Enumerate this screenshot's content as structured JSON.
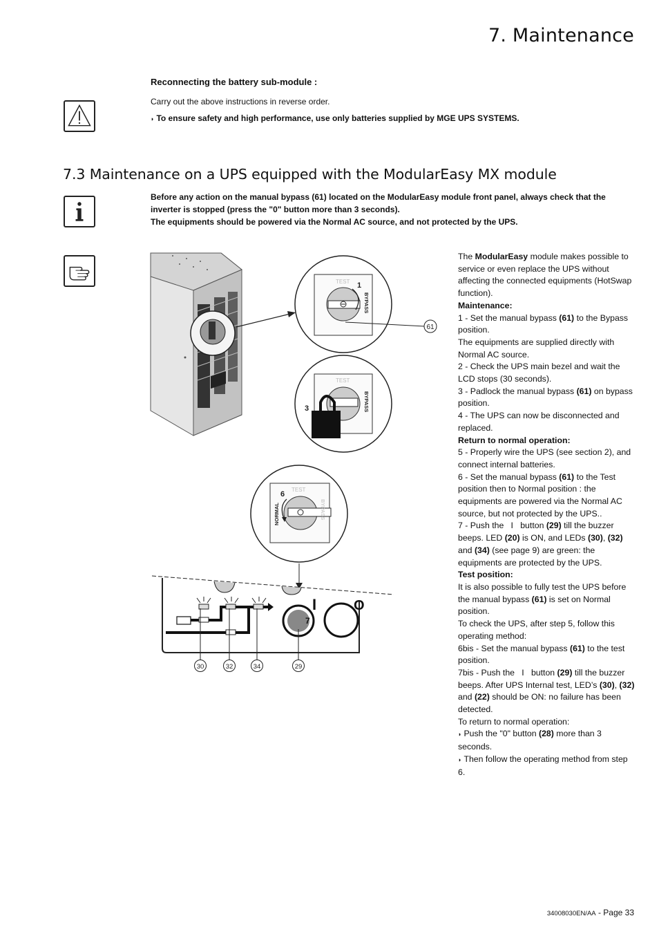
{
  "header": {
    "chapter_title": "7. Maintenance"
  },
  "battery": {
    "subheading": "Reconnecting the battery sub-module :",
    "instruction": "Carry out the above instructions in reverse order.",
    "warning": "To ensure safety and high performance, use only batteries supplied by MGE UPS SYSTEMS."
  },
  "section": {
    "heading": "7.3 Maintenance on a UPS equipped with the ModularEasy MX module",
    "info_lines": [
      "Before any action on the manual bypass (61) located on the ModularEasy module front panel, always check that the",
      "inverter is stopped (press the \"0\" button more than 3 seconds).",
      "The equipments should be powered via the Normal AC source, and not protected by the UPS."
    ]
  },
  "icons": {
    "warning": "warning-triangle-icon",
    "info": "info-i-icon",
    "pointer": "pointing-hand-icon"
  },
  "figure": {
    "dial_test": "TEST",
    "dial_bypass": "BYPASS",
    "dial_normal": "NORMAL",
    "step1": "1",
    "step3": "3",
    "step6": "6",
    "step7": "7",
    "callout_61": "61",
    "callout_30": "30",
    "callout_32": "32",
    "callout_34": "34",
    "callout_29": "29",
    "button_I": "I",
    "button_O": "O"
  },
  "description": {
    "intro_pre": "The ",
    "intro_bold": "ModularEasy",
    "intro_post": " module makes possible to service or even replace the UPS without affecting the connected equipments (HotSwap function).",
    "maintenance_heading": "Maintenance:",
    "m1_pre": "1 - Set the manual bypass ",
    "m1_b": "(61)",
    "m1_post": " to the Bypass position.",
    "m1_extra": "The equipments are supplied directly with Normal AC source.",
    "m2": "2 - Check the UPS main bezel and wait the LCD stops (30 seconds).",
    "m3_pre": "3 - Padlock the manual bypass ",
    "m3_b": "(61)",
    "m3_post": " on bypass position.",
    "m4": "4 - The UPS can now be disconnected and replaced.",
    "return_heading": "Return to normal operation:",
    "r5": "5 - Properly wire the UPS (see section 2), and connect internal batteries.",
    "r6_pre": "6 - Set the manual bypass ",
    "r6_b": "(61)",
    "r6_post": " to the Test position then to Normal position : the equipments are powered via the Normal AC source, but not protected by the UPS..",
    "r7_a": "7 - Push the   I   button ",
    "r7_b1": "(29)",
    "r7_c": " till the buzzer beeps. LED ",
    "r7_b2": "(20)",
    "r7_d": " is ON, and LEDs ",
    "r7_b3": "(30)",
    "r7_e": ", ",
    "r7_b4": "(32)",
    "r7_f": " and ",
    "r7_b5": "(34)",
    "r7_g": " (see page 9) are green: the equipments are protected by the UPS.",
    "test_heading": "Test position:",
    "t1_pre": "It is also possible to fully test the UPS before the manual bypass ",
    "t1_b": "(61)",
    "t1_post": " is set on Normal position.",
    "t2": "To check the UPS, after step 5, follow this operating method:",
    "t3_pre": "6bis - Set the manual bypass ",
    "t3_b": "(61)",
    "t3_post": " to the test position.",
    "t4_a": "7bis - Push the   I   button ",
    "t4_b1": "(29)",
    "t4_c": " till the buzzer beeps. After UPS Internal test, LED’s ",
    "t4_b2": "(30)",
    "t4_d": ", ",
    "t4_b3": "(32)",
    "t4_e": " and ",
    "t4_b4": "(22)",
    "t4_f": " should be ON: no failure has been detected.",
    "t5": "To return to normal operation:",
    "t6_pre": "Push the \"0\" button ",
    "t6_b": "(28)",
    "t6_post": " more than 3 seconds.",
    "t7": "Then follow the operating method from step 6."
  },
  "footer": {
    "doc_code": "34008030EN/AA",
    "page_label": " - Page 33"
  }
}
